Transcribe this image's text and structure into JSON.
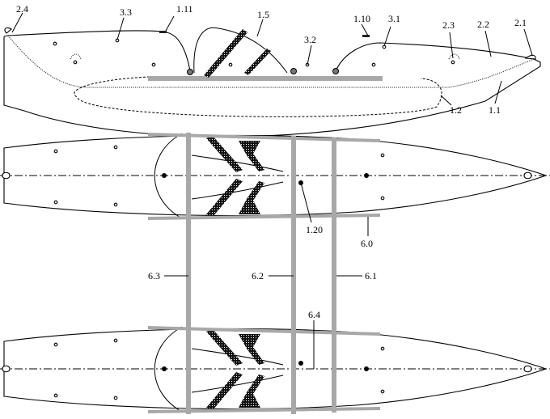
{
  "figure": {
    "side_view_labels": [
      "2.4",
      "3.3",
      "1.11",
      "1.5",
      "3.2",
      "1.10",
      "3.1",
      "2.3",
      "2.2",
      "2.1",
      "1.2",
      "1.1"
    ],
    "plan_view_labels": [
      "1.20",
      "6.0",
      "6.3",
      "6.2",
      "6.1",
      "6.4"
    ]
  },
  "colors": {
    "beam": "#a8a8a8",
    "line": "#000000"
  }
}
